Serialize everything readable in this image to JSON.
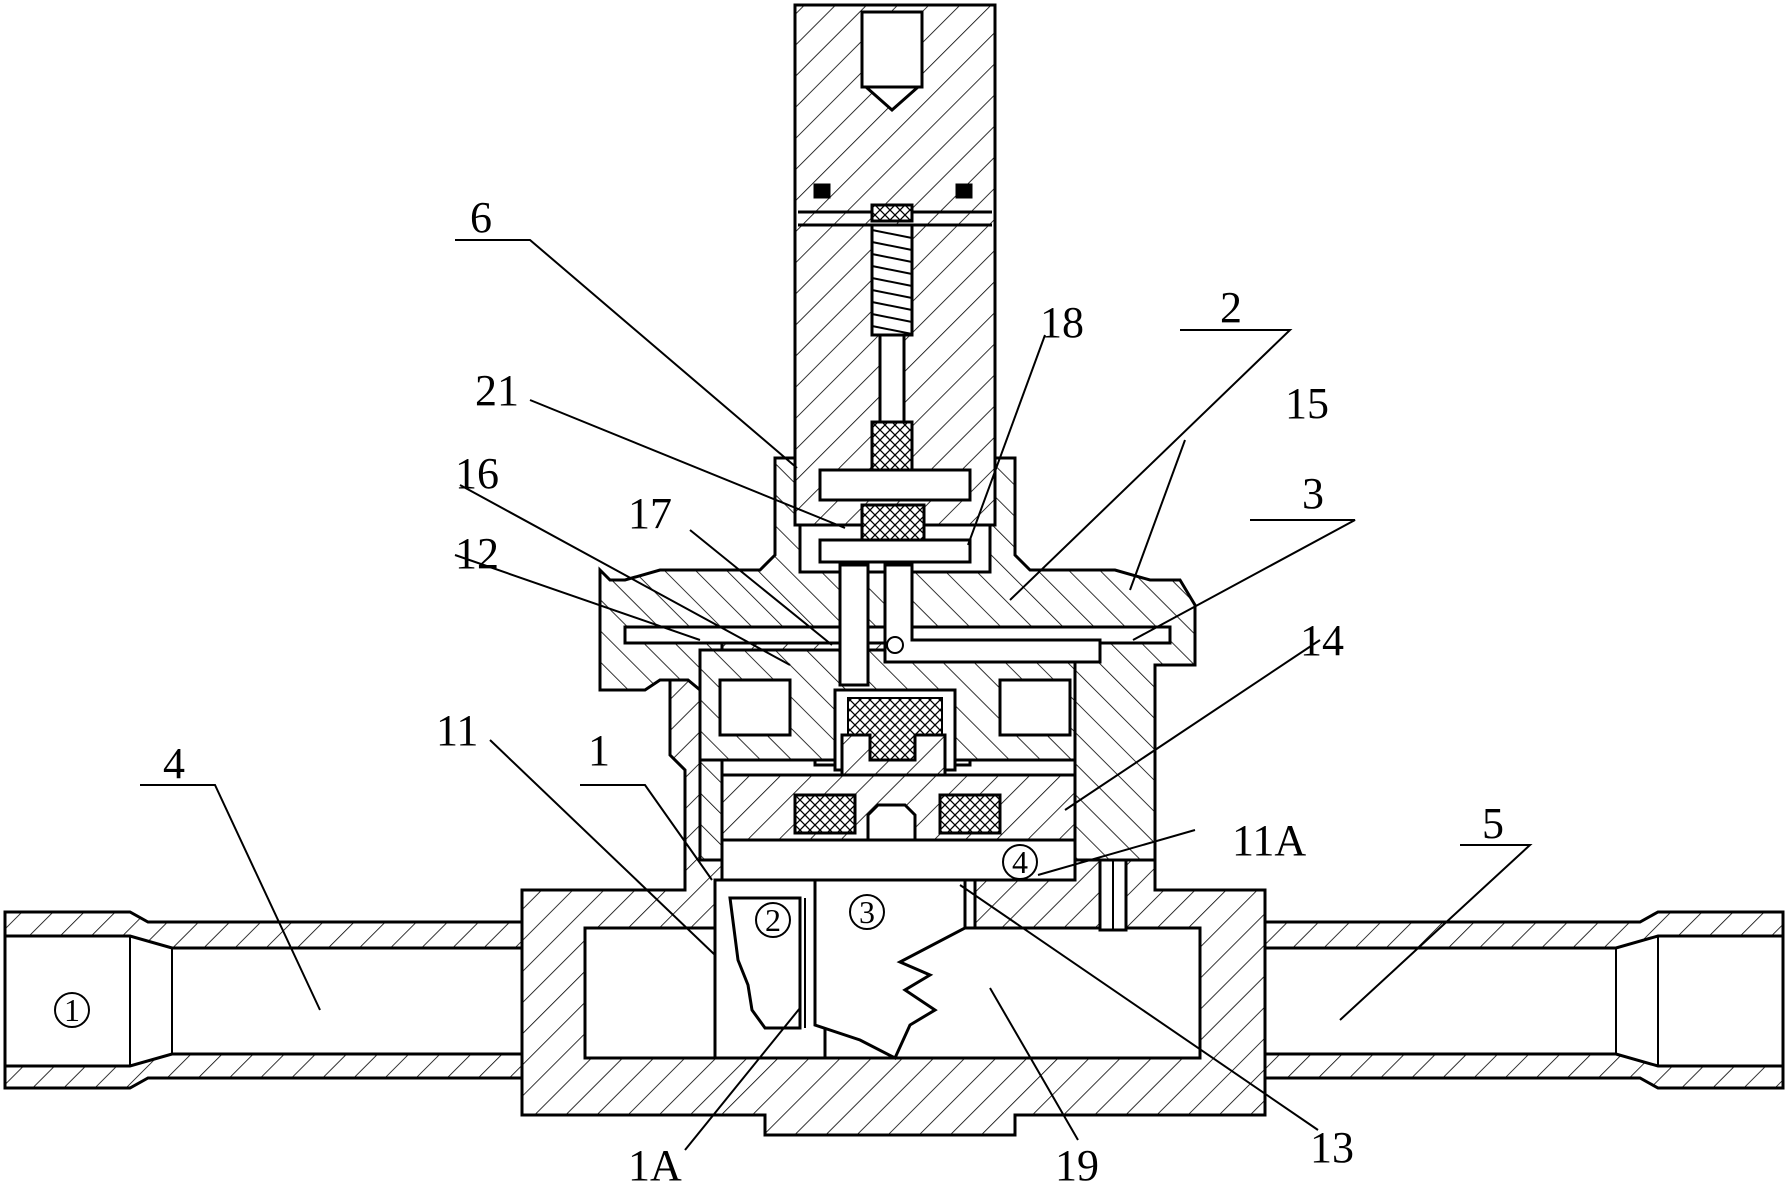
{
  "labels": {
    "p6": "6",
    "p18": "18",
    "p2": "2",
    "p21": "21",
    "p15": "15",
    "p16": "16",
    "p17": "17",
    "p3": "3",
    "p12": "12",
    "p14": "14",
    "p11": "11",
    "p1": "1",
    "p11a": "11A",
    "p4": "4",
    "p5": "5",
    "p1a": "1A",
    "p19": "19",
    "p13": "13"
  },
  "ports": {
    "port1": "1",
    "port2": "2",
    "port3": "3",
    "port4": "4"
  },
  "colors": {
    "line": "#000000",
    "background": "#ffffff"
  }
}
